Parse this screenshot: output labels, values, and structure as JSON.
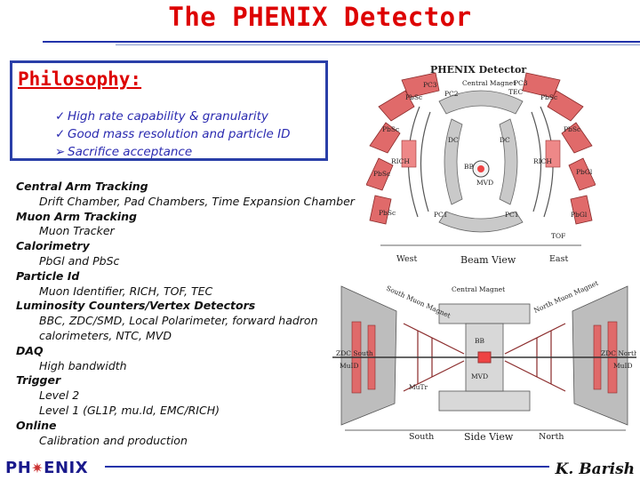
{
  "title": "The PHENIX Detector",
  "philosophy": {
    "heading": "Philosophy:",
    "items": [
      {
        "bullet": "✓",
        "text": "High rate capability & granularity"
      },
      {
        "bullet": "✓",
        "text": "Good mass resolution and particle ID"
      },
      {
        "bullet": "➢",
        "text": "Sacrifice acceptance"
      }
    ]
  },
  "outline": [
    {
      "heading": "Central Arm Tracking",
      "lines": [
        "Drift Chamber, Pad Chambers, Time Expansion Chamber"
      ]
    },
    {
      "heading": "Muon Arm Tracking",
      "lines": [
        "Muon Tracker"
      ]
    },
    {
      "heading": "Calorimetry",
      "lines": [
        "PbGl and PbSc"
      ]
    },
    {
      "heading": "Particle Id",
      "lines": [
        "Muon Identifier, RICH, TOF, TEC"
      ]
    },
    {
      "heading": "Luminosity Counters/Vertex Detectors",
      "lines": [
        "BBC, ZDC/SMD, Local Polarimeter, forward hadron",
        "calorimeters, NTC, MVD"
      ]
    },
    {
      "heading": "DAQ",
      "lines": [
        "High bandwidth"
      ]
    },
    {
      "heading": "Trigger",
      "lines": [
        "Level 2",
        "Level 1 (GL1P, mu.Id, EMC/RICH)"
      ]
    },
    {
      "heading": "Online",
      "lines": [
        "Calibration and production"
      ]
    }
  ],
  "beam_view": {
    "title": "PHENIX Detector",
    "labels": {
      "pc3": "PC3",
      "pc3b": "PC3",
      "pc2": "PC2",
      "central_magnet": "Central Magnet",
      "tec": "TEC",
      "pbsc_tl": "PbSc",
      "pbsc_ml": "PbSc",
      "pbsc_l": "PbSc",
      "pbsc_bl": "PbSc",
      "pbsc_tr": "PbSc",
      "pbsc_mr": "PbSc",
      "pbgl_mr": "PbGl",
      "pbgl_br": "PbGl",
      "dc_l": "DC",
      "dc_r": "DC",
      "rich_l": "RICH",
      "rich_r": "RICH",
      "bb": "BB",
      "mvd": "MVD",
      "pc1_l": "PC1",
      "pc1_r": "PC1",
      "tof": "TOF",
      "west": "West",
      "caption": "Beam View",
      "east": "East"
    }
  },
  "side_view": {
    "labels": {
      "south_muon_magnet": "South Muon Magnet",
      "central_magnet": "Central Magnet",
      "north_muon_magnet": "North Muon Magnet",
      "zdc_south": "ZDC South",
      "zdc_north": "ZDC North",
      "muid_l": "MuID",
      "muid_r": "MuID",
      "bb": "BB",
      "mvd": "MVD",
      "mutr": "MuTr",
      "south": "South",
      "caption": "Side View",
      "north": "North"
    }
  },
  "footer": {
    "logo_left": "PH",
    "logo_star": "✷",
    "logo_right": "ENIX",
    "author": "K. Barish"
  }
}
